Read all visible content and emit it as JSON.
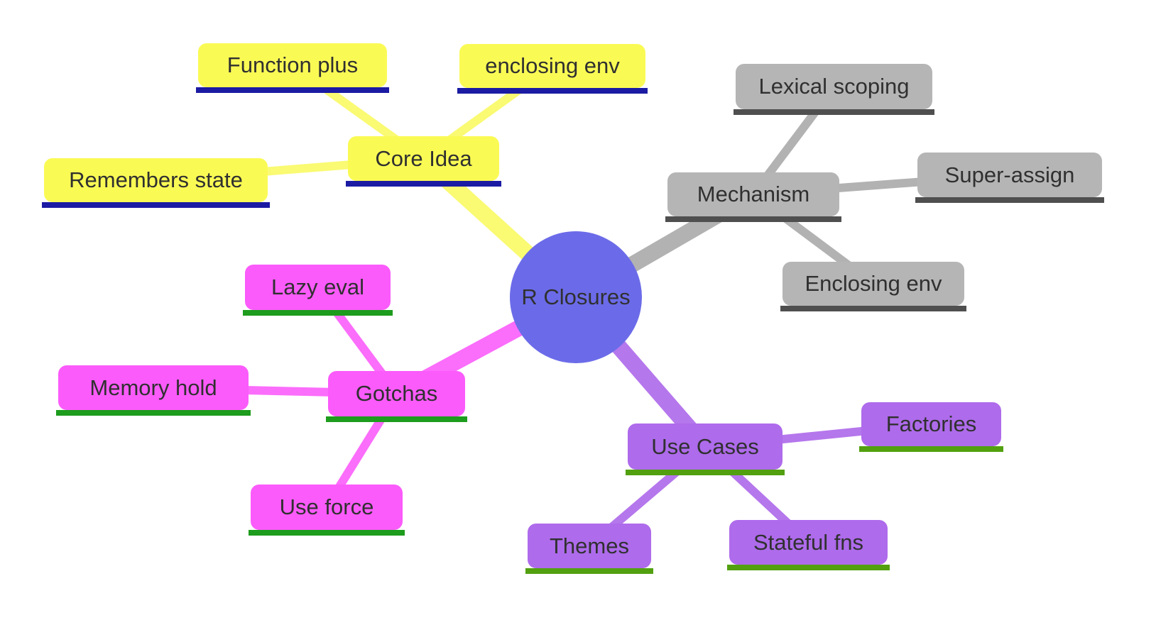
{
  "mindmap": {
    "root": {
      "label": "R Closures",
      "fill": "#6B6BE9",
      "text_color": "#303030"
    },
    "branches": [
      {
        "label": "Core Idea",
        "fill": "#FAFA55",
        "connector_color": "#FAFA73",
        "underline_color": "#1B1BA3",
        "children": [
          {
            "label": "Function plus"
          },
          {
            "label": "enclosing env"
          },
          {
            "label": "Remembers state"
          }
        ]
      },
      {
        "label": "Mechanism",
        "fill": "#B5B5B5",
        "connector_color": "#B2B2B2",
        "underline_color": "#4F4F4F",
        "children": [
          {
            "label": "Lexical scoping"
          },
          {
            "label": "Super-assign"
          },
          {
            "label": "Enclosing env"
          }
        ]
      },
      {
        "label": "Gotchas",
        "fill": "#FB5BFB",
        "connector_color": "#FB6DFB",
        "underline_color": "#1D9C1D",
        "children": [
          {
            "label": "Lazy eval"
          },
          {
            "label": "Memory hold"
          },
          {
            "label": "Use force"
          }
        ]
      },
      {
        "label": "Use Cases",
        "fill": "#AE6BEB",
        "connector_color": "#B577EC",
        "underline_color": "#52A00F",
        "children": [
          {
            "label": "Factories"
          },
          {
            "label": "Themes"
          },
          {
            "label": "Stateful fns"
          }
        ]
      }
    ]
  }
}
